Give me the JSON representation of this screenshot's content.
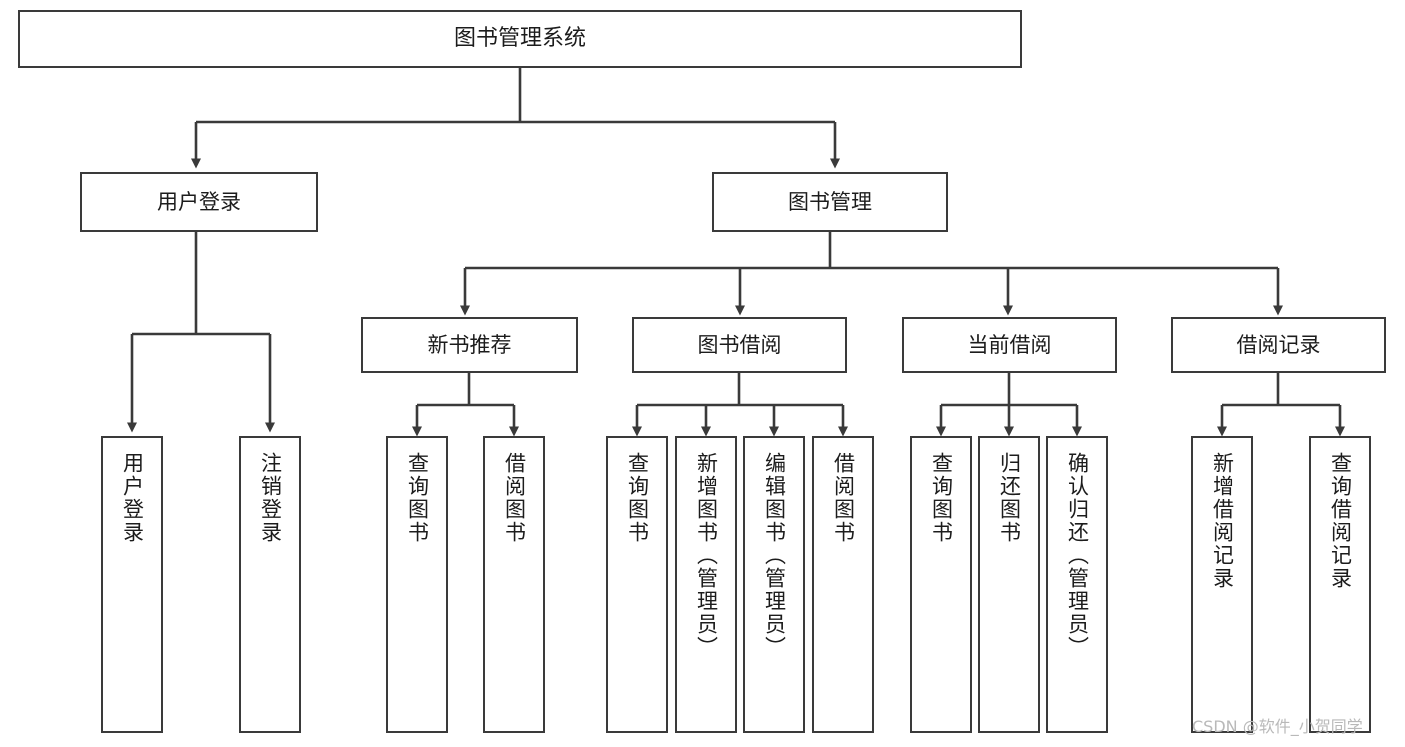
{
  "diagram": {
    "title": "图书管理系统",
    "watermark": "CSDN @软件_小贺同学",
    "type": "tree",
    "line_color": "#3a3a3a",
    "box_fill": "#ffffff",
    "text_color": "#1c1c1c",
    "root": {
      "label": "图书管理系统"
    },
    "level2": [
      {
        "label": "用户登录"
      },
      {
        "label": "图书管理"
      }
    ],
    "level3": [
      {
        "label": "新书推荐"
      },
      {
        "label": "图书借阅"
      },
      {
        "label": "当前借阅"
      },
      {
        "label": "借阅记录"
      }
    ],
    "leaves": {
      "user_login": [
        {
          "label": "用户登录"
        },
        {
          "label": "注销登录"
        }
      ],
      "new_book_recommend": [
        {
          "label": "查询图书"
        },
        {
          "label": "借阅图书"
        }
      ],
      "book_borrow": [
        {
          "label": "查询图书"
        },
        {
          "label": "新增图书（管理员）"
        },
        {
          "label": "编辑图书（管理员）"
        },
        {
          "label": "借阅图书"
        }
      ],
      "current_borrow": [
        {
          "label": "查询图书"
        },
        {
          "label": "归还图书"
        },
        {
          "label": "确认归还（管理员）"
        }
      ],
      "borrow_record": [
        {
          "label": "新增借阅记录"
        },
        {
          "label": "查询借阅记录"
        }
      ]
    }
  }
}
